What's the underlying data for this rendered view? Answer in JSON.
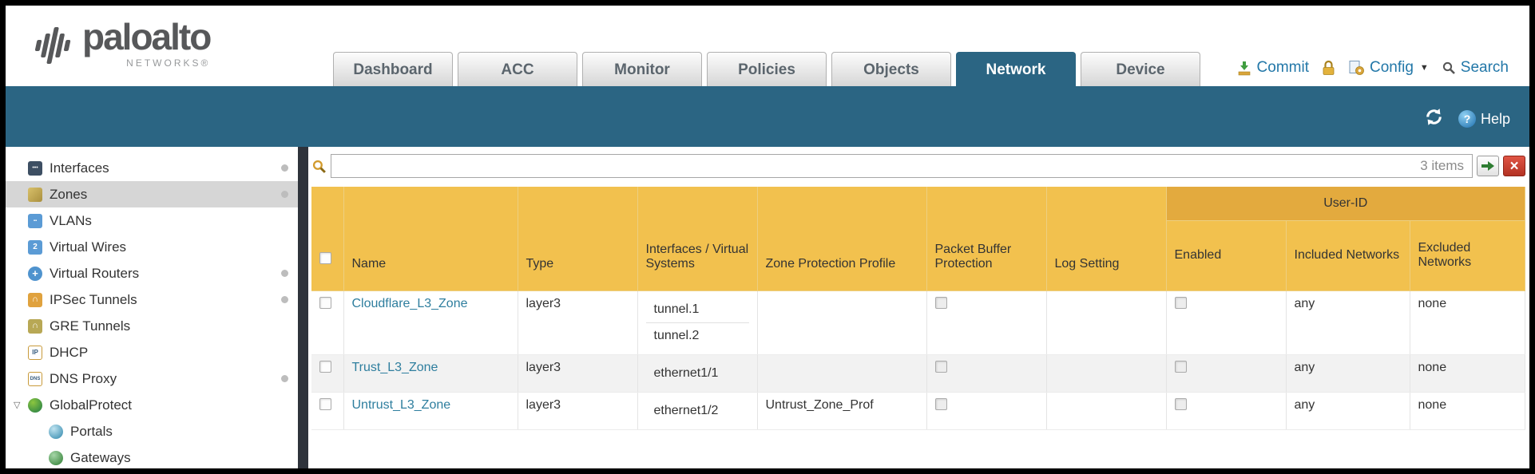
{
  "header": {
    "brand": {
      "name": "paloalto",
      "subtitle": "NETWORKS®"
    },
    "tabs": [
      {
        "label": "Dashboard",
        "active": false
      },
      {
        "label": "ACC",
        "active": false
      },
      {
        "label": "Monitor",
        "active": false
      },
      {
        "label": "Policies",
        "active": false
      },
      {
        "label": "Objects",
        "active": false
      },
      {
        "label": "Network",
        "active": true
      },
      {
        "label": "Device",
        "active": false
      }
    ],
    "actions": {
      "commit_label": "Commit",
      "config_label": "Config",
      "search_label": "Search"
    }
  },
  "banner": {
    "help_label": "Help"
  },
  "sidebar": {
    "items": [
      {
        "label": "Interfaces",
        "icon": "interfaces-icon",
        "dot": true,
        "selected": false,
        "indent": 0,
        "expander": false
      },
      {
        "label": "Zones",
        "icon": "zones-icon",
        "dot": true,
        "selected": true,
        "indent": 0,
        "expander": false
      },
      {
        "label": "VLANs",
        "icon": "vlans-icon",
        "dot": false,
        "selected": false,
        "indent": 0,
        "expander": false
      },
      {
        "label": "Virtual Wires",
        "icon": "virtual-wires-icon",
        "dot": false,
        "selected": false,
        "indent": 0,
        "expander": false
      },
      {
        "label": "Virtual Routers",
        "icon": "virtual-routers-icon",
        "dot": true,
        "selected": false,
        "indent": 0,
        "expander": false
      },
      {
        "label": "IPSec Tunnels",
        "icon": "ipsec-tunnels-icon",
        "dot": true,
        "selected": false,
        "indent": 0,
        "expander": false
      },
      {
        "label": "GRE Tunnels",
        "icon": "gre-tunnels-icon",
        "dot": false,
        "selected": false,
        "indent": 0,
        "expander": false
      },
      {
        "label": "DHCP",
        "icon": "dhcp-icon",
        "dot": false,
        "selected": false,
        "indent": 0,
        "expander": false
      },
      {
        "label": "DNS Proxy",
        "icon": "dns-proxy-icon",
        "dot": true,
        "selected": false,
        "indent": 0,
        "expander": false
      },
      {
        "label": "GlobalProtect",
        "icon": "globalprotect-icon",
        "dot": false,
        "selected": false,
        "indent": 0,
        "expander": true
      },
      {
        "label": "Portals",
        "icon": "portals-icon",
        "dot": false,
        "selected": false,
        "indent": 1,
        "expander": false
      },
      {
        "label": "Gateways",
        "icon": "gateways-icon",
        "dot": false,
        "selected": false,
        "indent": 1,
        "expander": false
      }
    ]
  },
  "toolbar": {
    "search_value": "",
    "items_count": "3 items"
  },
  "table": {
    "group_header": "User-ID",
    "columns": [
      "Name",
      "Type",
      "Interfaces / Virtual Systems",
      "Zone Protection Profile",
      "Packet Buffer Protection",
      "Log Setting",
      "Enabled",
      "Included Networks",
      "Excluded Networks"
    ],
    "rows": [
      {
        "name": "Cloudflare_L3_Zone",
        "type": "layer3",
        "interfaces": [
          "tunnel.1",
          "tunnel.2"
        ],
        "zone_protection_profile": "",
        "packet_buffer_protection": false,
        "log_setting": "",
        "user_id_enabled": false,
        "included_networks": "any",
        "excluded_networks": "none",
        "selected": false
      },
      {
        "name": "Trust_L3_Zone",
        "type": "layer3",
        "interfaces": [
          "ethernet1/1"
        ],
        "zone_protection_profile": "",
        "packet_buffer_protection": false,
        "log_setting": "",
        "user_id_enabled": false,
        "included_networks": "any",
        "excluded_networks": "none",
        "selected": false
      },
      {
        "name": "Untrust_L3_Zone",
        "type": "layer3",
        "interfaces": [
          "ethernet1/2"
        ],
        "zone_protection_profile": "Untrust_Zone_Prof",
        "packet_buffer_protection": false,
        "log_setting": "",
        "user_id_enabled": false,
        "included_networks": "any",
        "excluded_networks": "none",
        "selected": false
      }
    ]
  },
  "colors": {
    "accent_teal": "#2B6583",
    "header_orange": "#F2C14E",
    "header_orange_dark": "#E3AA3E",
    "link": "#2E7E9E"
  }
}
